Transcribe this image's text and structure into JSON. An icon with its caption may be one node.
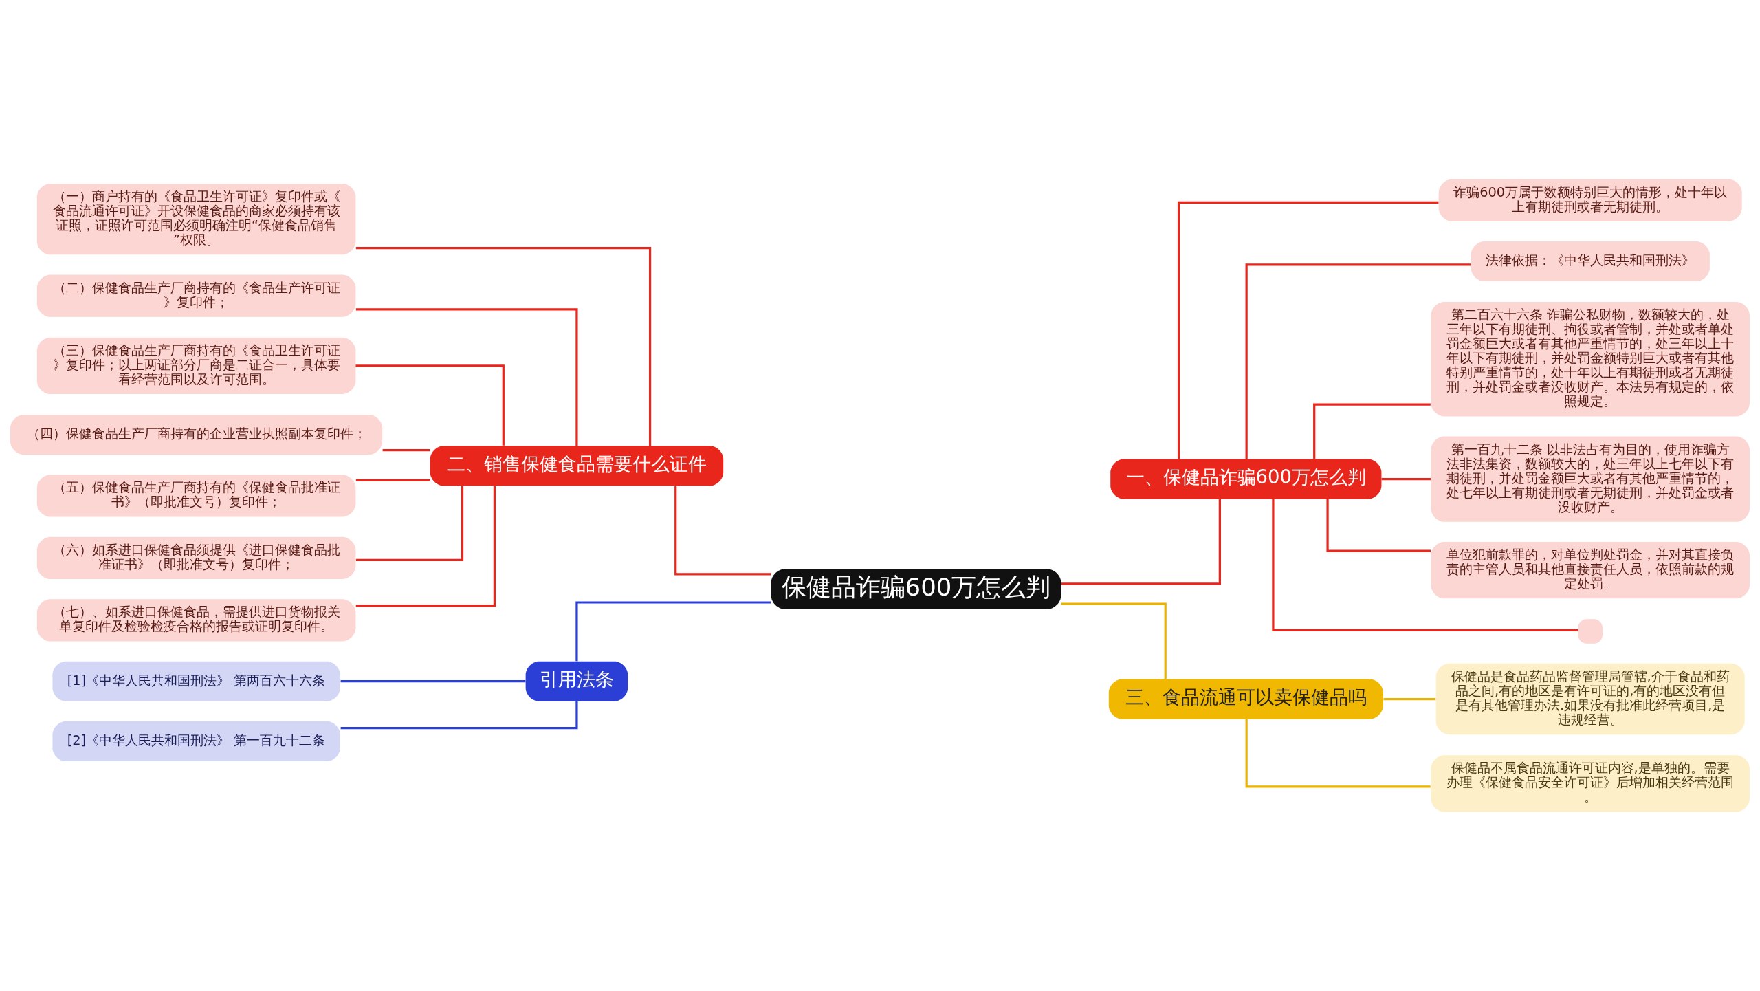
{
  "diagram": {
    "nodes": [
      {
        "text": [
          "保健品诈骗600万怎么判"
        ]
      },
      {
        "text": [
          "二、销售保健食品需要什么证件"
        ]
      },
      {
        "text": [
          "（一）商户持有的《食品卫生许可证》复印件或《食品流通许可证》开设保健食品的商家必须持有该证照，证照许可范围必须明确注明“保健食品销售”权限。"
        ]
      },
      {
        "text": [
          "（二）保健食品生产厂商持有的《食品生产许可证》复印件；"
        ]
      },
      {
        "text": [
          "（三）保健食品生产厂商持有的《食品卫生许可证》复印件；以上两证部分厂商是二证合一，具体要看经营范围以及许可范围。"
        ]
      },
      {
        "text": [
          "（四）保健食品生产厂商持有的企业营业执照副本复印件；"
        ]
      },
      {
        "text": [
          "（五）保健食品生产厂商持有的《保健食品批准证书》（即批准文号）复印件；"
        ]
      },
      {
        "text": [
          "（六）如系进口保健食品须提供《进口保健食品批准证书》（即批准文号）复印件；"
        ]
      },
      {
        "text": [
          "（七）、如系进口保健食品，需提供进口货物报关单复印件及检验检疫合格的报告或证明复印件。"
        ]
      },
      {
        "text": [
          "引用法条"
        ]
      },
      {
        "text": [
          "[1]《中华人民共和国刑法》 第两百六十六条"
        ]
      },
      {
        "text": [
          "[2]《中华人民共和国刑法》 第一百九十二条"
        ]
      },
      {
        "text": [
          "一、保健品诈骗600万怎么判"
        ]
      },
      {
        "text": [
          "诈骗600万属于数额特别巨大的情形，处十年以上有期徒刑或者无期徒刑。"
        ]
      },
      {
        "text": [
          "法律依据：《中华人民共和国刑法》"
        ]
      },
      {
        "text": [
          "第二百六十六条 诈骗公私财物，数额较大的，处三年以下有期徒刑、拘役或者管制，并处或者单处罚金额巨大或者有其他严重情节的，处三年以上十年以下有期徒刑，并处罚金额特别巨大或者有其他特别严重情节的，处十年以上有期徒刑或者无期徒刑，并处罚金或者没收财产。本法另有规定的，依照规定。"
        ]
      },
      {
        "text": [
          "第一百九十二条 以非法占有为目的，使用诈骗方法非法集资，数额较大的，处三年以上七年以下有期徒刑，并处罚金额巨大或者有其他严重情节的，处七年以上有期徒刑或者无期徒刑，并处罚金或者没收财产。"
        ]
      },
      {
        "text": [
          "单位犯前款罪的，对单位判处罚金，并对其直接负责的主管人员和其他直接责任人员，依照前款的规定处罚。"
        ]
      },
      {
        "text": [],
        "shape": "box"
      },
      {
        "text": [
          "三、食品流通可以卖保健品吗"
        ]
      },
      {
        "text": [
          "保健品是食品药品监督管理局管辖,介于食品和药品之间,有的地区是有许可证的,有的地区没有但是有其他管理办法.如果没有批准此经营项目,是违规经营。"
        ]
      },
      {
        "text": [
          "保健品不属食品流通许可证内容,是单独的。需要办理《保健食品安全许可证》后增加相关经营范围。"
        ]
      }
    ],
    "edges": [
      {
        "from": 0,
        "to": 1,
        "arrow": "none"
      },
      {
        "from": 1,
        "to": 2,
        "arrow": "none"
      },
      {
        "from": 1,
        "to": 3,
        "arrow": "none"
      },
      {
        "from": 1,
        "to": 4,
        "arrow": "none"
      },
      {
        "from": 1,
        "to": 5,
        "arrow": "none"
      },
      {
        "from": 1,
        "to": 6,
        "arrow": "none"
      },
      {
        "from": 1,
        "to": 7,
        "arrow": "none"
      },
      {
        "from": 1,
        "to": 8,
        "arrow": "none"
      },
      {
        "from": 0,
        "to": 9,
        "arrow": "none",
        "color": "#2b3fd6"
      },
      {
        "from": 9,
        "to": 10,
        "arrow": "none",
        "color": "#2b3fd6"
      },
      {
        "from": 9,
        "to": 11,
        "arrow": "none",
        "color": "#2b3fd6"
      },
      {
        "from": 0,
        "to": 12,
        "arrow": "none"
      },
      {
        "from": 12,
        "to": 13,
        "arrow": "none"
      },
      {
        "from": 12,
        "to": 14,
        "arrow": "none"
      },
      {
        "from": 12,
        "to": 15,
        "arrow": "none"
      },
      {
        "from": 12,
        "to": 16,
        "arrow": "none"
      },
      {
        "from": 12,
        "to": 17,
        "arrow": "none"
      },
      {
        "from": 12,
        "to": 18,
        "arrow": "none"
      },
      {
        "from": 0,
        "to": 19,
        "arrow": "none",
        "color": "#e8b400"
      },
      {
        "from": 19,
        "to": 20,
        "arrow": "none",
        "color": "#e8b400"
      },
      {
        "from": 19,
        "to": 21,
        "arrow": "none",
        "color": "#e8b400"
      }
    ]
  }
}
